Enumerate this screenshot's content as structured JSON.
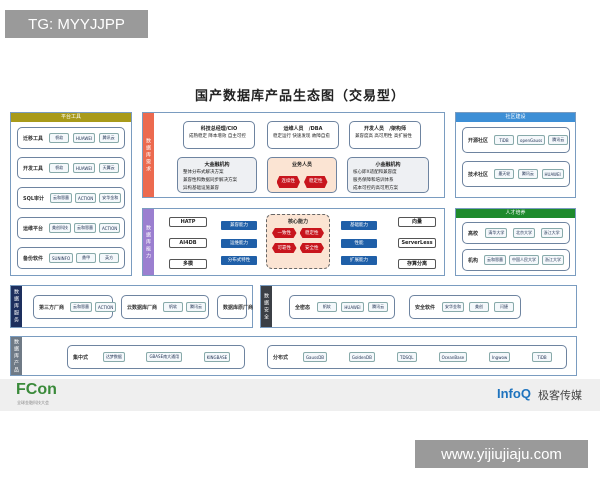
{
  "watermark_top": "TG: MYYJJPP",
  "watermark_bottom": "www.yijiujiaju.com",
  "title": "国产数据库产品生态图（交易型）",
  "colors": {
    "platform_header": "#a89a1a",
    "needs_stripe": "#ec6a4f",
    "capability_stripe": "#9b7fd0",
    "community_header": "#3d8fd6",
    "talent_header": "#1e8a2c",
    "service_stripe": "#1d2f5e",
    "security_stripe": "#3b3f45",
    "product_stripe": "#6f7a86",
    "hex_red": "#c8151d",
    "capability_blue": "#1f5fa8"
  },
  "platform": {
    "header": "平台工具",
    "rows": [
      {
        "label": "迁移工具",
        "logos": [
          "帆软",
          "HUAWEI",
          "腾讯云"
        ]
      },
      {
        "label": "开发工具",
        "logos": [
          "帆软",
          "HUAWEI",
          "天翼云"
        ]
      },
      {
        "label": "SQL审计",
        "logos": [
          "云和恩墨",
          "ACTION",
          "安华金和"
        ]
      },
      {
        "label": "运维平台",
        "logos": [
          "美创科技",
          "云和恩墨",
          "ACTION"
        ]
      },
      {
        "label": "备份软件",
        "logos": [
          "SUNINFO",
          "鼎甲",
          "英方"
        ]
      }
    ]
  },
  "needs": {
    "stripe": "数据库需求",
    "cio": {
      "title": "科技总经理/CIO",
      "text": "成熟稳定 降本增效 自主可控"
    },
    "ops": {
      "title": "运维人员",
      "title2": "/DBA",
      "text": "稳定运行 快速发现 故障自愈"
    },
    "dev": {
      "title": "开发人员",
      "title2": "/架构师",
      "text": "兼容度高 高可用性 高扩展性"
    },
    "large": {
      "title": "大金融机构",
      "lines": [
        "整体分布式解决方案",
        "兼容性和数据同步解决方案",
        "异构基础设施兼容"
      ]
    },
    "biz": {
      "title": "业务人员",
      "tags": [
        "连续性",
        "稳定性"
      ]
    },
    "small": {
      "title": "小金融机构",
      "lines": [
        "核心即X适配和兼容度",
        "服务保障和培训体系",
        "成本可控的高可用方案"
      ]
    }
  },
  "capability": {
    "stripe": "数据库能力",
    "left_boxes": [
      "HATP",
      "AI4DB",
      "多模"
    ],
    "left_blue": [
      "兼容能力",
      "运维能力",
      "分布式特性"
    ],
    "core": {
      "title": "核心能力",
      "tags": [
        "一致性",
        "稳定性",
        "可靠性",
        "安全性"
      ]
    },
    "right_blue": [
      "基础能力",
      "性能",
      "扩展能力"
    ],
    "right_boxes": [
      "向量",
      "ServerLess",
      "存算分离"
    ]
  },
  "community": {
    "header": "社区建设",
    "rows": [
      {
        "label": "开源社区",
        "logos": [
          "TiDB",
          "openGauss",
          "腾讯云"
        ]
      },
      {
        "label": "技术社区",
        "logos": [
          "墨天轮",
          "腾讯云",
          "HUAWEI"
        ]
      }
    ]
  },
  "talent": {
    "header": "人才培养",
    "rows": [
      {
        "label": "高校",
        "logos": [
          "清华大学",
          "北京大学",
          "浙江大学"
        ]
      },
      {
        "label": "机构",
        "logos": [
          "云和恩墨",
          "中国人民大学",
          "浙江大学"
        ]
      }
    ]
  },
  "service": {
    "stripe": "数据库服务",
    "groups": [
      {
        "label": "第三方厂商",
        "logos": [
          "云和恩墨",
          "ACTION"
        ]
      },
      {
        "label": "云数据库厂商",
        "logos": [
          "帆软",
          "腾讯云"
        ]
      },
      {
        "label": "数据库原厂商",
        "logos": []
      }
    ]
  },
  "security": {
    "stripe": "数据安全",
    "groups": [
      {
        "label": "全密态",
        "logos": [
          "帆软",
          "HUAWEI",
          "腾讯云"
        ]
      },
      {
        "label": "安全软件",
        "logos": [
          "安华金和",
          "美创",
          "闪捷"
        ]
      }
    ]
  },
  "product": {
    "stripe": "数据库产品",
    "groups": [
      {
        "label": "集中式",
        "logos": [
          "达梦数据",
          "GBASE南大通用",
          "KINGBASE"
        ]
      },
      {
        "label": "分布式",
        "logos": [
          "GaussDB",
          "GoldenDB",
          "TDSQL",
          "OceanBase",
          "Ingwow",
          "TiDB"
        ]
      }
    ]
  },
  "footer": {
    "left_logo": "FCon",
    "left_sub": "全球金融科技大会",
    "right_logo": "InfoQ",
    "right_text": "极客传媒"
  }
}
